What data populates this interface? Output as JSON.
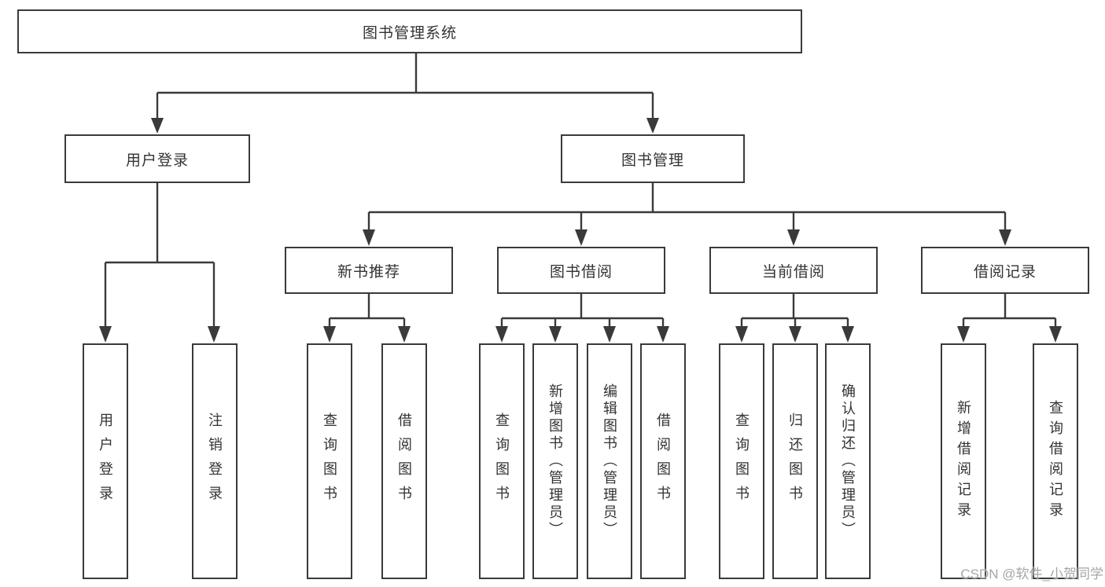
{
  "diagram": {
    "root": "图书管理系统",
    "branches": [
      {
        "label": "用户登录",
        "children": [
          "用户登录",
          "注销登录"
        ]
      },
      {
        "label": "图书管理",
        "children": [
          {
            "label": "新书推荐",
            "children": [
              "查询图书",
              "借阅图书"
            ]
          },
          {
            "label": "图书借阅",
            "children": [
              "查询图书",
              "新增图书（管理员）",
              "编辑图书（管理员）",
              "借阅图书"
            ]
          },
          {
            "label": "当前借阅",
            "children": [
              "查询图书",
              "归还图书",
              "确认归还（管理员）"
            ]
          },
          {
            "label": "借阅记录",
            "children": [
              "新增借阅记录",
              "查询借阅记录"
            ]
          }
        ]
      }
    ]
  },
  "watermark": "CSDN @软件_小贺同学",
  "colors": {
    "line": "#3a3a3a",
    "text": "#333333",
    "watermark": "#a6a6a6",
    "background": "#ffffff"
  }
}
